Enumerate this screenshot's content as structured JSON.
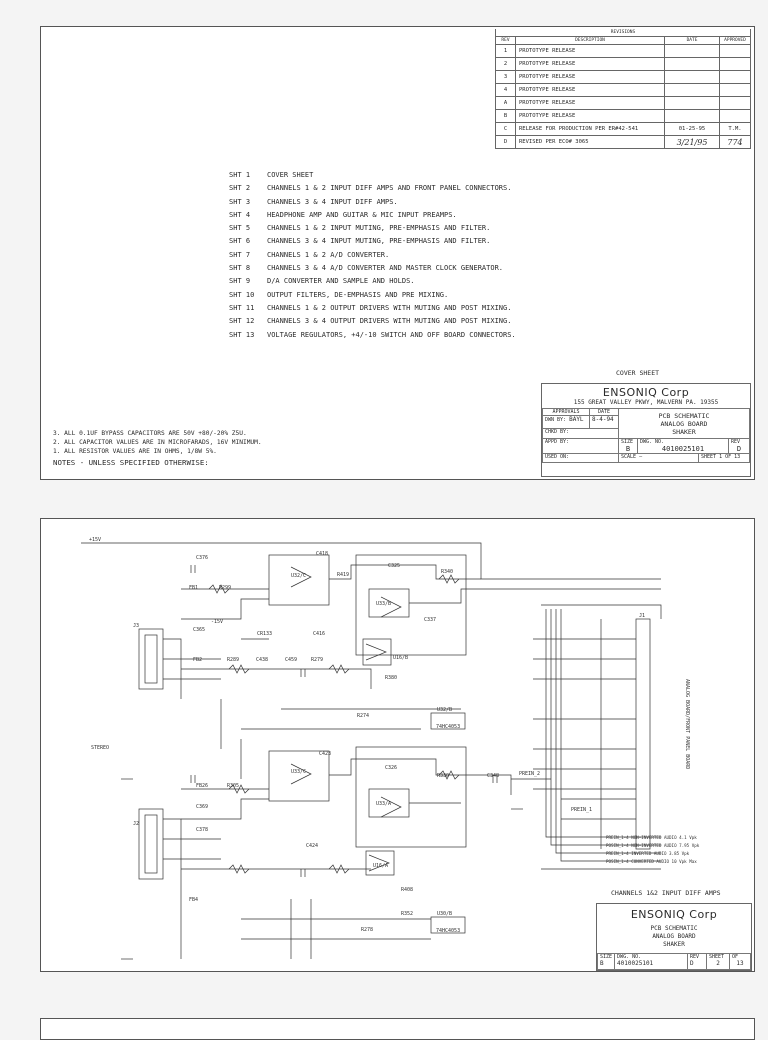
{
  "revisions": {
    "title": "REVISIONS",
    "headers": [
      "REV",
      "DESCRIPTION",
      "DATE",
      "APPROVED"
    ],
    "rows": [
      {
        "rev": "1",
        "desc": "PROTOTYPE RELEASE",
        "date": "",
        "appr": ""
      },
      {
        "rev": "2",
        "desc": "PROTOTYPE RELEASE",
        "date": "",
        "appr": ""
      },
      {
        "rev": "3",
        "desc": "PROTOTYPE RELEASE",
        "date": "",
        "appr": ""
      },
      {
        "rev": "4",
        "desc": "PROTOTYPE RELEASE",
        "date": "",
        "appr": ""
      },
      {
        "rev": "A",
        "desc": "PROTOTYPE RELEASE",
        "date": "",
        "appr": ""
      },
      {
        "rev": "B",
        "desc": "PROTOTYPE RELEASE",
        "date": "",
        "appr": ""
      },
      {
        "rev": "C",
        "desc": "RELEASE FOR PRODUCTION PER ER#42-541",
        "date": "01-25-95",
        "appr": "T.M."
      },
      {
        "rev": "D",
        "desc": "REVISED PER ECO# 3065",
        "date": "3/21/95",
        "appr": "774"
      }
    ]
  },
  "sheet_list": [
    {
      "num": "SHT  1",
      "desc": "COVER SHEET"
    },
    {
      "num": "SHT  2",
      "desc": "CHANNELS 1 & 2 INPUT DIFF AMPS AND FRONT PANEL CONNECTORS."
    },
    {
      "num": "SHT  3",
      "desc": "CHANNELS 3 & 4 INPUT DIFF AMPS."
    },
    {
      "num": "SHT  4",
      "desc": "HEADPHONE AMP AND GUITAR & MIC INPUT PREAMPS."
    },
    {
      "num": "SHT  5",
      "desc": "CHANNELS 1 & 2 INPUT MUTING, PRE-EMPHASIS AND FILTER."
    },
    {
      "num": "SHT  6",
      "desc": "CHANNELS 3 & 4 INPUT MUTING, PRE-EMPHASIS AND FILTER."
    },
    {
      "num": "SHT  7",
      "desc": "CHANNELS 1 & 2 A/D CONVERTER."
    },
    {
      "num": "SHT  8",
      "desc": "CHANNELS 3 & 4 A/D CONVERTER AND MASTER CLOCK GENERATOR."
    },
    {
      "num": "SHT  9",
      "desc": "D/A CONVERTER AND SAMPLE AND HOLDS."
    },
    {
      "num": "SHT 10",
      "desc": "OUTPUT FILTERS, DE-EMPHASIS AND PRE MIXING."
    },
    {
      "num": "SHT 11",
      "desc": "CHANNELS 1 & 2 OUTPUT DRIVERS WITH MUTING AND POST MIXING."
    },
    {
      "num": "SHT 12",
      "desc": "CHANNELS 3 & 4 OUTPUT DRIVERS WITH MUTING AND POST MIXING."
    },
    {
      "num": "SHT 13",
      "desc": "VOLTAGE REGULATORS, +4/-10 SWITCH AND OFF BOARD CONNECTORS."
    }
  ],
  "notes": [
    "3. ALL 0.1UF BYPASS CAPACITORS ARE 50V +80/-20% Z5U.",
    "2. ALL CAPACITOR VALUES ARE IN MICROFARADS, 16V MINIMUM.",
    "1. ALL RESISTOR VALUES ARE IN OHMS, 1/8W 5%."
  ],
  "notes_title": "NOTES - UNLESS SPECIFIED OTHERWISE:",
  "sheet1_caption": "COVER SHEET",
  "title_block1": {
    "company": "ENSONIQ Corp",
    "address": "155 GREAT VALLEY PKWY, MALVERN PA. 19355",
    "approvals": "APPROVALS",
    "date_hdr": "DATE",
    "dwn_by": "DWN BY:",
    "dwn_name": "BAYL",
    "dwn_date": "8-4-94",
    "chkd_by": "CHKD BY:",
    "appd_by": "APPD BY:",
    "used_on": "USED ON:",
    "title_lines": [
      "PCB SCHEMATIC",
      "ANALOG BOARD",
      "SHAKER"
    ],
    "size_lbl": "SIZE",
    "dwg_lbl": "DWG. NO.",
    "rev_lbl": "REV",
    "size": "B",
    "dwg": "4010025101",
    "rev": "D",
    "scale_lbl": "SCALE",
    "scale": "—",
    "sheet_lbl": "SHEET",
    "sheet": "1",
    "of_lbl": "OF",
    "of": "13"
  },
  "sheet2_caption": "CHANNELS 1&2 INPUT DIFF AMPS",
  "title_block2": {
    "company": "ENSONIQ Corp",
    "title_lines": [
      "PCB SCHEMATIC",
      "ANALOG BOARD",
      "SHAKER"
    ],
    "size_lbl": "SIZE",
    "dwg_lbl": "DWG. NO.",
    "rev_lbl": "REV",
    "sheet_lbl": "SHEET",
    "of_lbl": "OF",
    "size": "B",
    "dwg": "4010025101",
    "rev": "D",
    "sheet": "2",
    "of": "13"
  },
  "schematic_labels": {
    "c376": "C376",
    "c418": "C418",
    "c325": "C325",
    "r419": "R419",
    "r340": "R340",
    "fb1": "FB1",
    "r299": "R299",
    "u32c": "U32/C",
    "u33b": "U33/B",
    "c337": "C337",
    "j3": "J3",
    "c365": "C365",
    "cr133": "CR133",
    "c416": "C416",
    "u16b": "U16/B",
    "fb2": "FB2",
    "r289": "R289",
    "c438": "C438",
    "c459": "C459",
    "r279": "R279",
    "r380": "R380",
    "r274": "R274",
    "u32b": "U32/B",
    "c423": "C423",
    "c326": "C326",
    "u33c": "U33/C",
    "r330": "R330",
    "c348": "C348",
    "r305": "R305",
    "fb26": "FB26",
    "c369": "C369",
    "c378": "C378",
    "j2": "J2",
    "u33a": "U33/A",
    "c424": "C424",
    "u16a": "U16/A",
    "fb4": "FB4",
    "r408": "R408",
    "r352": "R352",
    "r278": "R278",
    "u30b": "U30/B",
    "j1": "J1",
    "prein1": "PREIN_1",
    "prein2": "PREIN_2",
    "vpos": "+15V",
    "vneg": "-15V",
    "stereo": "STEREO",
    "conn": "ANALOG BOARD/FRONT PANEL BOARD",
    "bus1": "PREIN_1-4 NON-INVERTED AUDIO 4.1 Vpk",
    "bus2": "POSIN_1-4 NON-INVERTED AUDIO 7.95 Vpk",
    "bus3": "PREIN_1-4 INVERTED AUDIO 3.85 Vpk",
    "bus4": "POSIN_1-4 CONVERTED AUDIO 10 Vpk Max",
    "ls4": "74HC4053",
    "ls5": "74HC4053"
  }
}
